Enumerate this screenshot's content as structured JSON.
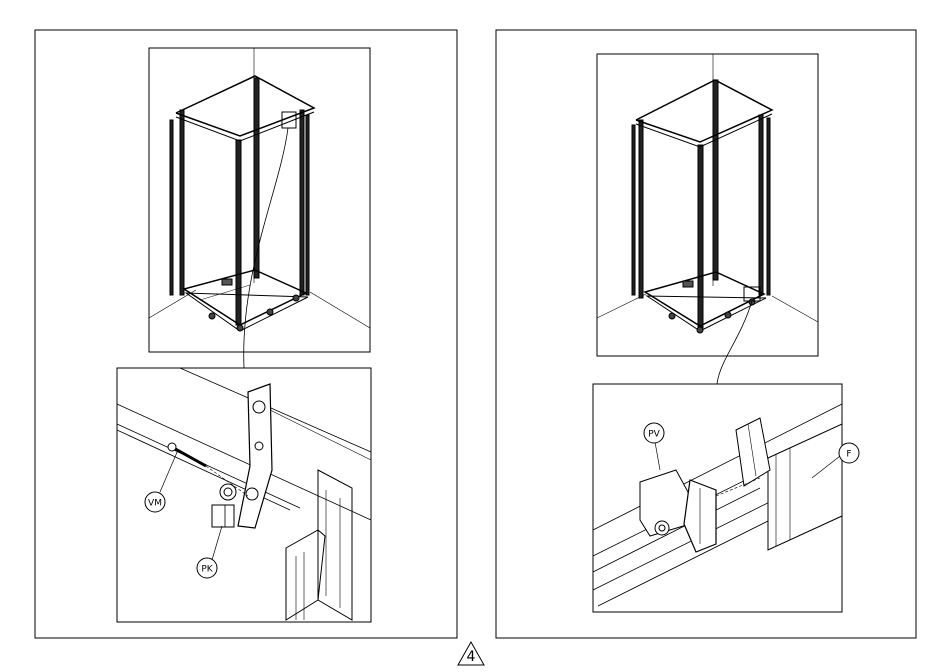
{
  "page": {
    "number": "4"
  },
  "left_step": {
    "callouts": [
      {
        "id": "VM",
        "label": "VM"
      },
      {
        "id": "PK",
        "label": "PK"
      }
    ]
  },
  "right_step": {
    "callouts": [
      {
        "id": "PV",
        "label": "PV"
      },
      {
        "id": "F",
        "label": "F"
      }
    ]
  }
}
